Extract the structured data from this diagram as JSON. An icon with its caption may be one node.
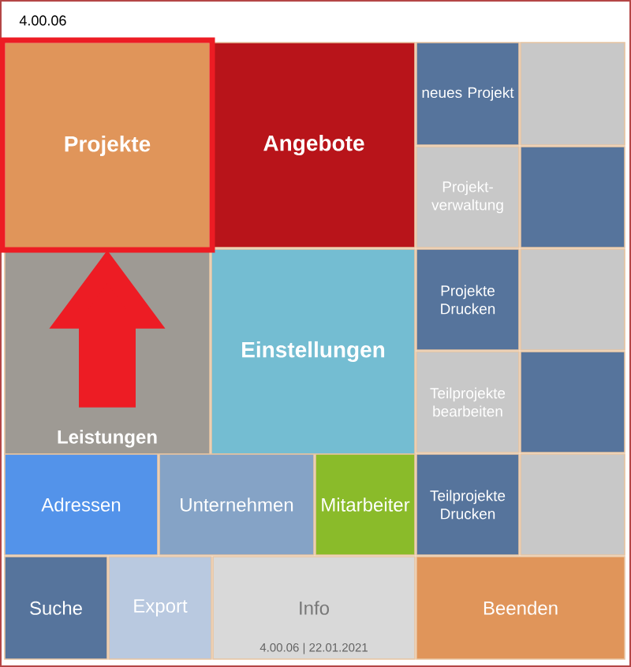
{
  "diagram": {
    "title": "4.00.06",
    "nodes": [
      {
        "text": [
          "Projekte"
        ]
      },
      {
        "text": [
          "Angebote"
        ]
      },
      {
        "text": [
          "neues Projekt"
        ]
      },
      {
        "text": [],
        "shape": "box"
      },
      {
        "text": [
          "Projekt- verwaltung"
        ]
      },
      {
        "text": [],
        "shape": "box"
      },
      {
        "text": [
          "Leistungen"
        ]
      },
      {
        "text": [
          "Einstellungen"
        ]
      },
      {
        "text": [
          "Projekte Drucken"
        ]
      },
      {
        "text": [],
        "shape": "box"
      },
      {
        "text": [
          "Teilprojekte bearbeiten"
        ]
      },
      {
        "text": [],
        "shape": "box"
      },
      {
        "text": [
          "Adressen"
        ]
      },
      {
        "text": [
          "Unternehmen"
        ]
      },
      {
        "text": [
          "Mitarbeiter"
        ]
      },
      {
        "text": [
          "Teilprojekte Drucken"
        ]
      },
      {
        "text": [],
        "shape": "box"
      },
      {
        "text": [
          "Suche"
        ]
      },
      {
        "text": [
          "Export"
        ]
      },
      {
        "text": [
          "Info",
          "4.00.06 | 22.01.2021"
        ]
      },
      {
        "text": [
          "Beenden"
        ]
      }
    ],
    "edges": [
      {
        "from": 6,
        "to": 0,
        "arrow": "to",
        "color": "#ed1c24"
      }
    ]
  }
}
